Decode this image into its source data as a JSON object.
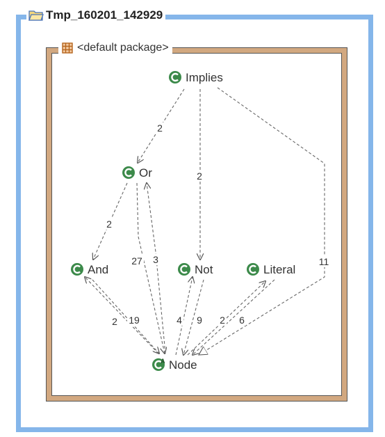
{
  "project": {
    "title": "Tmp_160201_142929"
  },
  "package": {
    "title": "<default package>"
  },
  "nodes": [
    {
      "id": "implies",
      "label": "Implies"
    },
    {
      "id": "or",
      "label": "Or"
    },
    {
      "id": "and",
      "label": "And"
    },
    {
      "id": "not",
      "label": "Not"
    },
    {
      "id": "literal",
      "label": "Literal"
    },
    {
      "id": "node",
      "label": "Node",
      "abstract": true
    }
  ],
  "edges": [
    {
      "from": "implies",
      "to": "or",
      "label": "2"
    },
    {
      "from": "implies",
      "to": "not",
      "label": "2"
    },
    {
      "from": "implies",
      "to": "node",
      "label": "11"
    },
    {
      "from": "or",
      "to": "and",
      "label": "2"
    },
    {
      "from": "or",
      "to": "node",
      "label": "27"
    },
    {
      "from": "node",
      "to": "or",
      "label": "3"
    },
    {
      "from": "and",
      "to": "node",
      "label": "19"
    },
    {
      "from": "node",
      "to": "and",
      "label": "2"
    },
    {
      "from": "node",
      "to": "not",
      "label": "4"
    },
    {
      "from": "not",
      "to": "node",
      "label": "9"
    },
    {
      "from": "node",
      "to": "literal",
      "label": "2"
    },
    {
      "from": "literal",
      "to": "node",
      "label": "6"
    }
  ],
  "colors": {
    "project_border": "#85b6ea",
    "package_border": "#d2a880",
    "class_icon": "#3c8a4a"
  },
  "icons": {
    "project": "folder-icon",
    "package": "package-icon",
    "class": "class-icon"
  }
}
